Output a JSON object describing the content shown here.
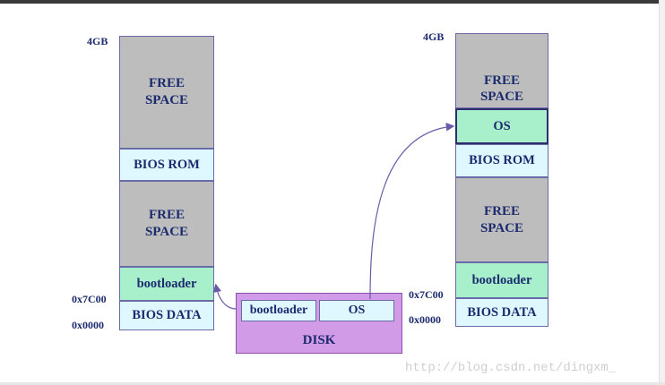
{
  "left_stack": {
    "top_address": "4GB",
    "blocks": [
      {
        "label": "FREE\nSPACE"
      },
      {
        "label": "BIOS ROM"
      },
      {
        "label": "FREE\nSPACE"
      },
      {
        "label": "bootloader"
      },
      {
        "label": "BIOS DATA"
      }
    ],
    "address_bootloader": "0x7C00",
    "address_base": "0x0000"
  },
  "right_stack": {
    "top_address": "4GB",
    "blocks": [
      {
        "label": "FREE\nSPACE"
      },
      {
        "label": "OS"
      },
      {
        "label": "BIOS ROM"
      },
      {
        "label": "FREE\nSPACE"
      },
      {
        "label": "bootloader"
      },
      {
        "label": "BIOS DATA"
      }
    ],
    "address_bootloader": "0x7C00",
    "address_base": "0x0000"
  },
  "disk": {
    "label": "DISK",
    "cells": [
      "bootloader",
      "OS"
    ]
  },
  "watermark": "http://blog.csdn.net/dingxm_",
  "colors": {
    "free_space": "#bdbdbd",
    "bios": "#dff8ff",
    "loaded": "#a8f0cc",
    "disk": "#d29be8",
    "arrow": "#6b5aa8",
    "text": "#1c2a6e"
  }
}
